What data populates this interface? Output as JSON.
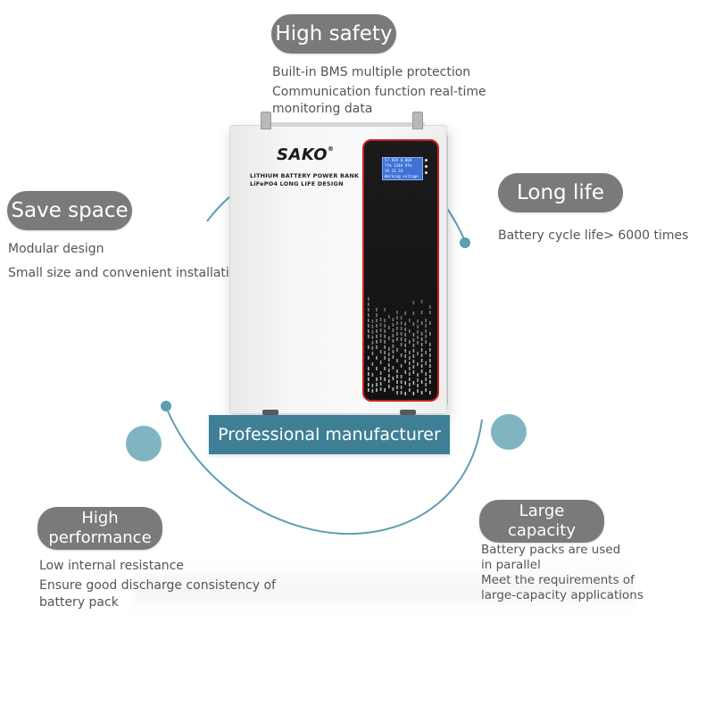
{
  "features": {
    "safety": {
      "title": "High safety",
      "lines": [
        "Built-in BMS multiple protection",
        "Communication function real-time",
        "monitoring data"
      ]
    },
    "space": {
      "title": "Save space",
      "lines": [
        "Modular design",
        "Small size and convenient installation"
      ]
    },
    "life": {
      "title": "Long life",
      "lines": [
        "Battery cycle life> 6000 times"
      ]
    },
    "performance": {
      "title_lines": [
        "High",
        "performance"
      ],
      "lines": [
        "Low internal resistance",
        "Ensure good discharge consistency of",
        "battery pack"
      ]
    },
    "capacity": {
      "title_lines": [
        "Large",
        "capacity"
      ],
      "lines": [
        "Battery packs are used",
        "in parallel",
        "Meet the requirements of",
        "large-capacity applications"
      ]
    }
  },
  "product": {
    "brand": "SAKO",
    "line1": "LITHIUM BATTERY POWER BANK",
    "line2": "LiFePO4 LONG LIFE DESIGN",
    "lcd_rows": [
      "57.93V  0.00A",
      "77% 134A  97%",
      "19   13   24",
      "Working voltage"
    ]
  },
  "banner": "Professional manufacturer",
  "colors": {
    "pill": "#7a7a7a",
    "accent": "#5b9fb1",
    "banner": "#3f7f96",
    "panel_border": "#c82020"
  }
}
